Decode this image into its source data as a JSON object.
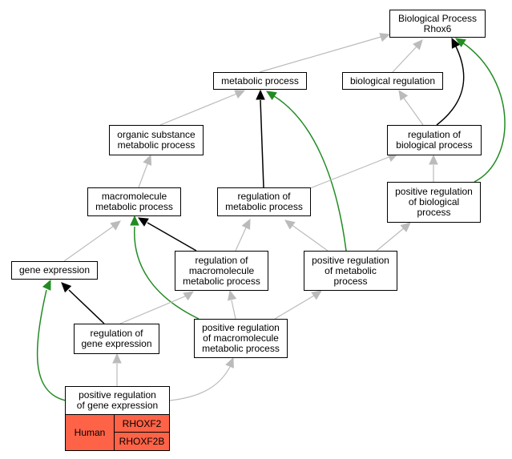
{
  "nodes": {
    "bp_root": {
      "line1": "Biological Process",
      "line2": "Rhox6"
    },
    "metabolic": {
      "line1": "metabolic process"
    },
    "bio_reg": {
      "line1": "biological regulation"
    },
    "organic": {
      "line1": "organic substance",
      "line2": "metabolic process"
    },
    "reg_bio": {
      "line1": "regulation of",
      "line2": "biological process"
    },
    "macro": {
      "line1": "macromolecule",
      "line2": "metabolic process"
    },
    "reg_metab": {
      "line1": "regulation of",
      "line2": "metabolic process"
    },
    "pos_reg_bio": {
      "line1": "positive regulation",
      "line2": "of biological",
      "line3": "process"
    },
    "gene_expr": {
      "line1": "gene expression"
    },
    "reg_macro": {
      "line1": "regulation of",
      "line2": "macromolecule",
      "line3": "metabolic process"
    },
    "pos_reg_metab": {
      "line1": "positive regulation",
      "line2": "of metabolic",
      "line3": "process"
    },
    "reg_gene": {
      "line1": "regulation of",
      "line2": "gene expression"
    },
    "pos_reg_macro": {
      "line1": "positive regulation",
      "line2": "of macromolecule",
      "line3": "metabolic process"
    },
    "pos_reg_gene": {
      "line1": "positive regulation",
      "line2": "of gene expression"
    }
  },
  "species": {
    "organism": "Human",
    "genes": [
      "RHOXF2",
      "RHOXF2B"
    ],
    "color": "#ff6347"
  },
  "edge_colors": {
    "is_a": "#bbbbbb",
    "regulates": "#000000",
    "positively_regulates": "#228b22"
  }
}
